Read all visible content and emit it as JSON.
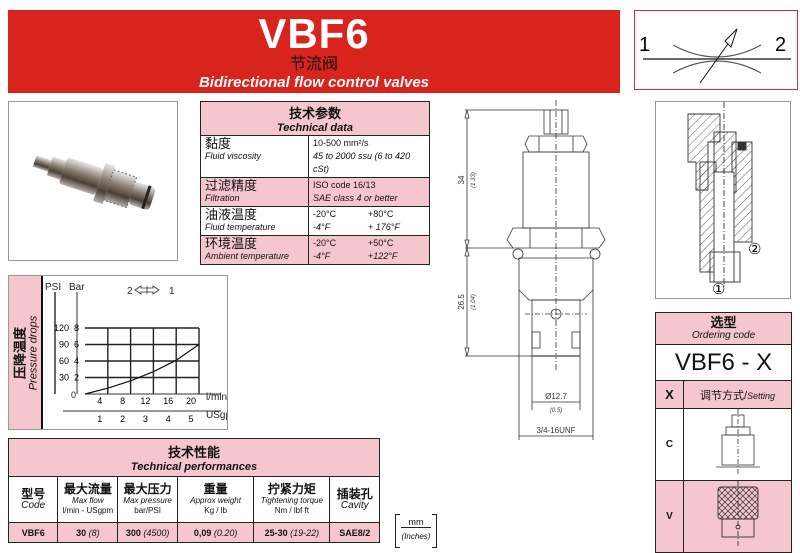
{
  "header": {
    "model": "VBF6",
    "title_cn": "节流阀",
    "title_en": "Bidirectional flow control valves"
  },
  "symbol": {
    "port_left": "1",
    "port_right": "2"
  },
  "technical_data": {
    "title_cn": "技术参数",
    "title_en": "Technical data",
    "rows": [
      {
        "label_cn": "黏度",
        "label_en": "Fluid viscosity",
        "value1": "10-500 mm²/s",
        "value2": "45 to 2000 ssu (6 to 420 cSt)"
      },
      {
        "label_cn": "过滤精度",
        "label_en": "Filtration",
        "value1": "ISO code 16/13",
        "value2": "SAE class 4 or better"
      },
      {
        "label_cn": "油液温度",
        "label_en": "Fluid temperature",
        "min_c": "-20°C",
        "max_c": "+80°C",
        "min_f": "-4°F",
        "max_f": "+ 176°F"
      },
      {
        "label_cn": "环境温度",
        "label_en": "Ambient temperature",
        "min_c": "-20°C",
        "max_c": "+50°C",
        "min_f": "-4°F",
        "max_f": "+122°F"
      }
    ]
  },
  "chart_data": {
    "type": "line",
    "title_cn": "压降温度",
    "title_en": "Pressure drops",
    "direction_label_left": "2",
    "direction_label_right": "1",
    "x": [
      0,
      4,
      8,
      12,
      16,
      20
    ],
    "x_ticks": [
      "4",
      "8",
      "12",
      "16",
      "20"
    ],
    "x_secondary_ticks": [
      "1",
      "2",
      "3",
      "4",
      "5"
    ],
    "xlabel": "l/min",
    "xlabel_secondary": "USgpm",
    "ylabel": "Bar",
    "ylabel_secondary": "PSI",
    "y_ticks": [
      "2",
      "4",
      "6",
      "8"
    ],
    "y_secondary_ticks": [
      "30",
      "60",
      "90",
      "120"
    ],
    "y_origin_label": "0",
    "xlim": [
      0,
      20
    ],
    "ylim": [
      0,
      8
    ],
    "grid": true,
    "series": [
      {
        "name": "2-1 / 1-2",
        "values": [
          0,
          0.7,
          1.6,
          2.7,
          4.1,
          6.0
        ]
      }
    ]
  },
  "performances": {
    "title_cn": "技术性能",
    "title_en": "Technical performances",
    "columns": [
      {
        "cn": "型号",
        "en": "Code",
        "unit": ""
      },
      {
        "cn": "最大流量",
        "en": "Max flow",
        "unit": "l/min - USgpm"
      },
      {
        "cn": "最大压力",
        "en": "Max pressure",
        "unit": "bar/PSI"
      },
      {
        "cn": "重量",
        "en": "Approx weight",
        "unit": "Kg / lb"
      },
      {
        "cn": "拧紧力矩",
        "en": "Tightening torque",
        "unit": "Nm / lbf ft"
      },
      {
        "cn": "插装孔",
        "en": "Cavity",
        "unit": ""
      }
    ],
    "row": [
      {
        "main": "VBF6",
        "alt": ""
      },
      {
        "main": "30",
        "alt": "(8)"
      },
      {
        "main": "300",
        "alt": "(4500)"
      },
      {
        "main": "0,09",
        "alt": "(0.20)"
      },
      {
        "main": "25-30",
        "alt": "(19-22)"
      },
      {
        "main": "SAE8/2",
        "alt": ""
      }
    ]
  },
  "units": {
    "primary": "mm",
    "secondary": "(Inches)"
  },
  "dimensions": {
    "height_upper": "34",
    "height_upper_in": "(1.33)",
    "height_lower": "26.5",
    "height_lower_in": "(1.04)",
    "diameter": "Ø12.7",
    "diameter_in": "(0.5)",
    "thread": "3/4-16UNF"
  },
  "section_view": {
    "port_1": "①",
    "port_2": "②"
  },
  "ordering": {
    "title_cn": "选型",
    "title_en": "Ordering code",
    "code": "VBF6 - X",
    "col_x": "X",
    "col_setting_cn": "调节方式/",
    "col_setting_en": "Setting",
    "options": [
      {
        "letter": "C"
      },
      {
        "letter": "V"
      }
    ]
  }
}
